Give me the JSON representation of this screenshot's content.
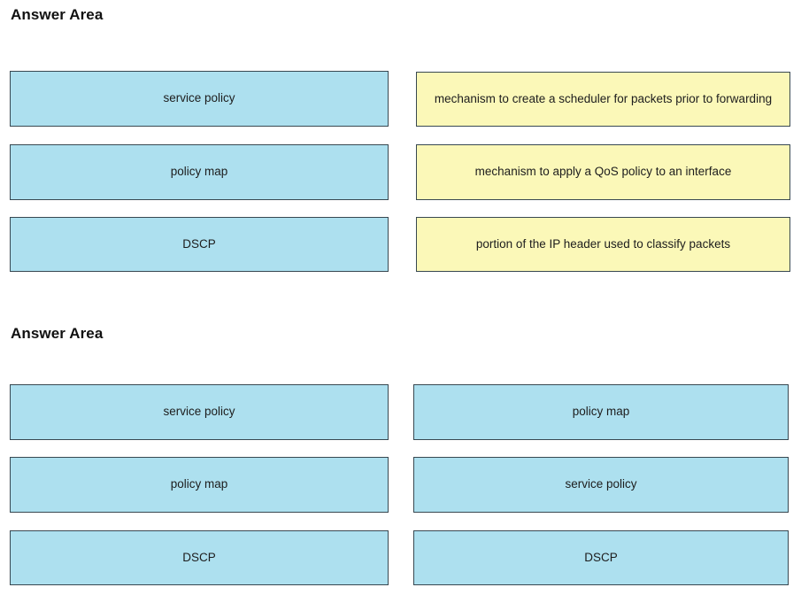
{
  "page": {
    "background": "#ffffff",
    "blue_fill": "#ade0ef",
    "yellow_fill": "#fbf8b8",
    "border_color": "#384851"
  },
  "sections": [
    {
      "title": "Answer Area",
      "left_column": [
        {
          "label": "service policy"
        },
        {
          "label": "policy map"
        },
        {
          "label": "DSCP"
        }
      ],
      "right_column": [
        {
          "label": "mechanism to create a scheduler for packets prior to forwarding"
        },
        {
          "label": "mechanism to apply a QoS policy to an interface"
        },
        {
          "label": "portion of the IP header used to classify packets"
        }
      ]
    },
    {
      "title": "Answer Area",
      "left_column": [
        {
          "label": "service policy"
        },
        {
          "label": "policy map"
        },
        {
          "label": "DSCP"
        }
      ],
      "right_column": [
        {
          "label": "policy map"
        },
        {
          "label": "service policy"
        },
        {
          "label": "DSCP"
        }
      ]
    }
  ]
}
